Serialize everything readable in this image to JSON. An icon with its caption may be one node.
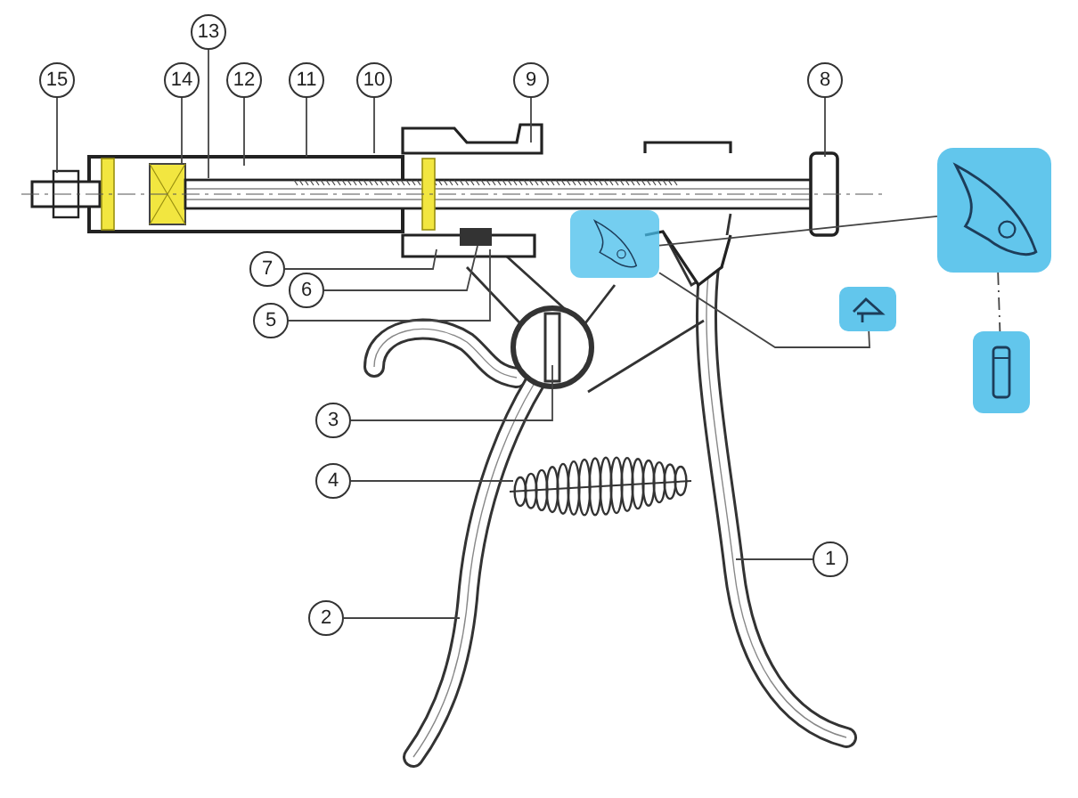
{
  "diagram": {
    "nodes": [
      {
        "text": [
          "13"
        ]
      },
      {
        "text": [
          "15"
        ]
      },
      {
        "text": [
          "14"
        ]
      },
      {
        "text": [
          "12"
        ]
      },
      {
        "text": [
          "11"
        ]
      },
      {
        "text": [
          "10"
        ]
      },
      {
        "text": [
          "9"
        ]
      },
      {
        "text": [
          "8"
        ]
      },
      {
        "text": [
          "7"
        ]
      },
      {
        "text": [
          "6"
        ]
      },
      {
        "text": [
          "5"
        ]
      },
      {
        "text": [
          "3"
        ]
      },
      {
        "text": [
          "4"
        ]
      },
      {
        "text": [
          "2"
        ]
      },
      {
        "text": [
          "1"
        ]
      },
      {
        "text": [],
        "shape": "picture"
      },
      {
        "text": [],
        "shape": "picture"
      },
      {
        "text": [],
        "shape": "picture"
      },
      {
        "text": [],
        "shape": "picture"
      }
    ],
    "edges": [
      {
        "from": 0,
        "to": null,
        "arrow": "none"
      },
      {
        "from": 1,
        "to": null,
        "arrow": "none"
      },
      {
        "from": 2,
        "to": null,
        "arrow": "none"
      },
      {
        "from": 3,
        "to": null,
        "arrow": "none"
      },
      {
        "from": 4,
        "to": null,
        "arrow": "none"
      },
      {
        "from": 5,
        "to": null,
        "arrow": "none"
      },
      {
        "from": 6,
        "to": null,
        "arrow": "none"
      },
      {
        "from": 7,
        "to": null,
        "arrow": "none"
      },
      {
        "from": 8,
        "to": null,
        "arrow": "none"
      },
      {
        "from": 9,
        "to": null,
        "arrow": "none"
      },
      {
        "from": 10,
        "to": null,
        "arrow": "none"
      },
      {
        "from": 11,
        "to": null,
        "arrow": "none"
      },
      {
        "from": 12,
        "to": null,
        "arrow": "none"
      },
      {
        "from": 13,
        "to": null,
        "arrow": "none"
      },
      {
        "from": 14,
        "to": null,
        "arrow": "none"
      },
      {
        "from": 15,
        "to": 16,
        "arrow": "none"
      },
      {
        "from": 15,
        "to": 17,
        "arrow": "none"
      },
      {
        "from": 16,
        "to": 18,
        "arrow": "none",
        "style": "dashed"
      }
    ]
  }
}
